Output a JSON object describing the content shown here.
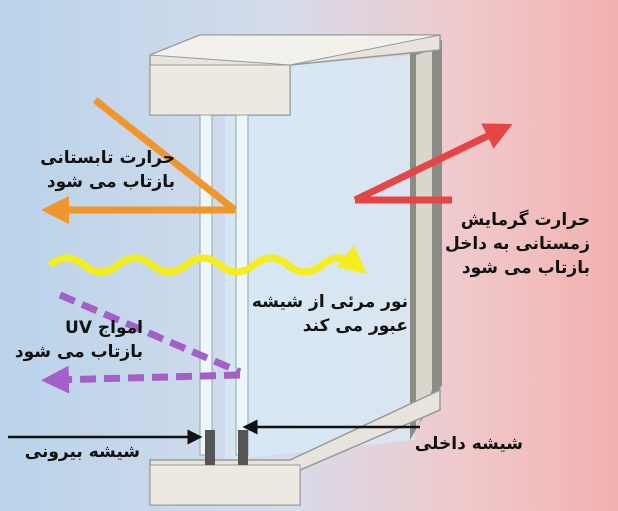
{
  "labels": {
    "summer_heat": [
      "حرارت تابستانی",
      "بازتاب می شود"
    ],
    "winter_heat": [
      "حرارت گرمایش",
      "زمستانی به داخل",
      "بازتاب می شود"
    ],
    "visible_light": [
      "نور مرئی از شیشه",
      "عبور می کند"
    ],
    "uv": [
      "امواج UV",
      "بازتاب می شود"
    ],
    "outer_glass": "شیشه بیرونی",
    "inner_glass": "شیشه داخلی"
  },
  "colors": {
    "summer_arrow": "#f0962a",
    "winter_arrow": "#e64545",
    "light_wave": "#f4ee1e",
    "uv_arrow": "#a360c6",
    "pointer": "#111111"
  }
}
